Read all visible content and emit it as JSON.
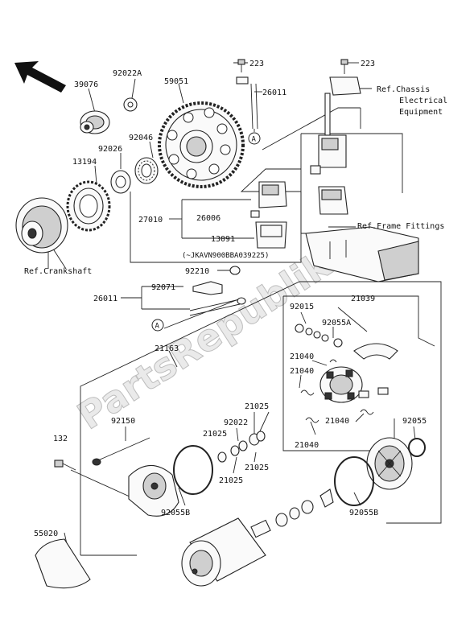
{
  "watermark": "PartsRepublik",
  "part_numbers": {
    "p223a": "223",
    "p223b": "223",
    "p26011_top": "26011",
    "p92022a": "92022A",
    "p39076": "39076",
    "p59051": "59051",
    "p92046": "92046",
    "p92026": "92026",
    "p13194": "13194",
    "p27010": "27010",
    "p26006": "26006",
    "p13091": "13091",
    "p92210": "92210",
    "p92071": "92071",
    "p26011_mid": "26011",
    "p92015": "92015",
    "p21039": "21039",
    "p92055a": "92055A",
    "p21040_a": "21040",
    "p21040_b": "21040",
    "p21040_c": "21040",
    "p21040_d": "21040",
    "p21163": "21163",
    "p21025_a": "21025",
    "p21025_b": "21025",
    "p21025_c": "21025",
    "p21025_d": "21025",
    "p92022": "92022",
    "p92150": "92150",
    "p132": "132",
    "p92055b_a": "92055B",
    "p92055b_b": "92055B",
    "p92055": "92055",
    "p55020": "55020"
  },
  "references": {
    "chassis_line1": "Ref.Chassis",
    "chassis_line2": "Electrical",
    "chassis_line3": "Equipment",
    "frame_fittings": "Ref.Frame Fittings",
    "crankshaft": "Ref.Crankshaft",
    "serial_note": "(~JKAVN900BBA039225)"
  },
  "markers": {
    "a_top": "A",
    "a_mid": "A"
  }
}
